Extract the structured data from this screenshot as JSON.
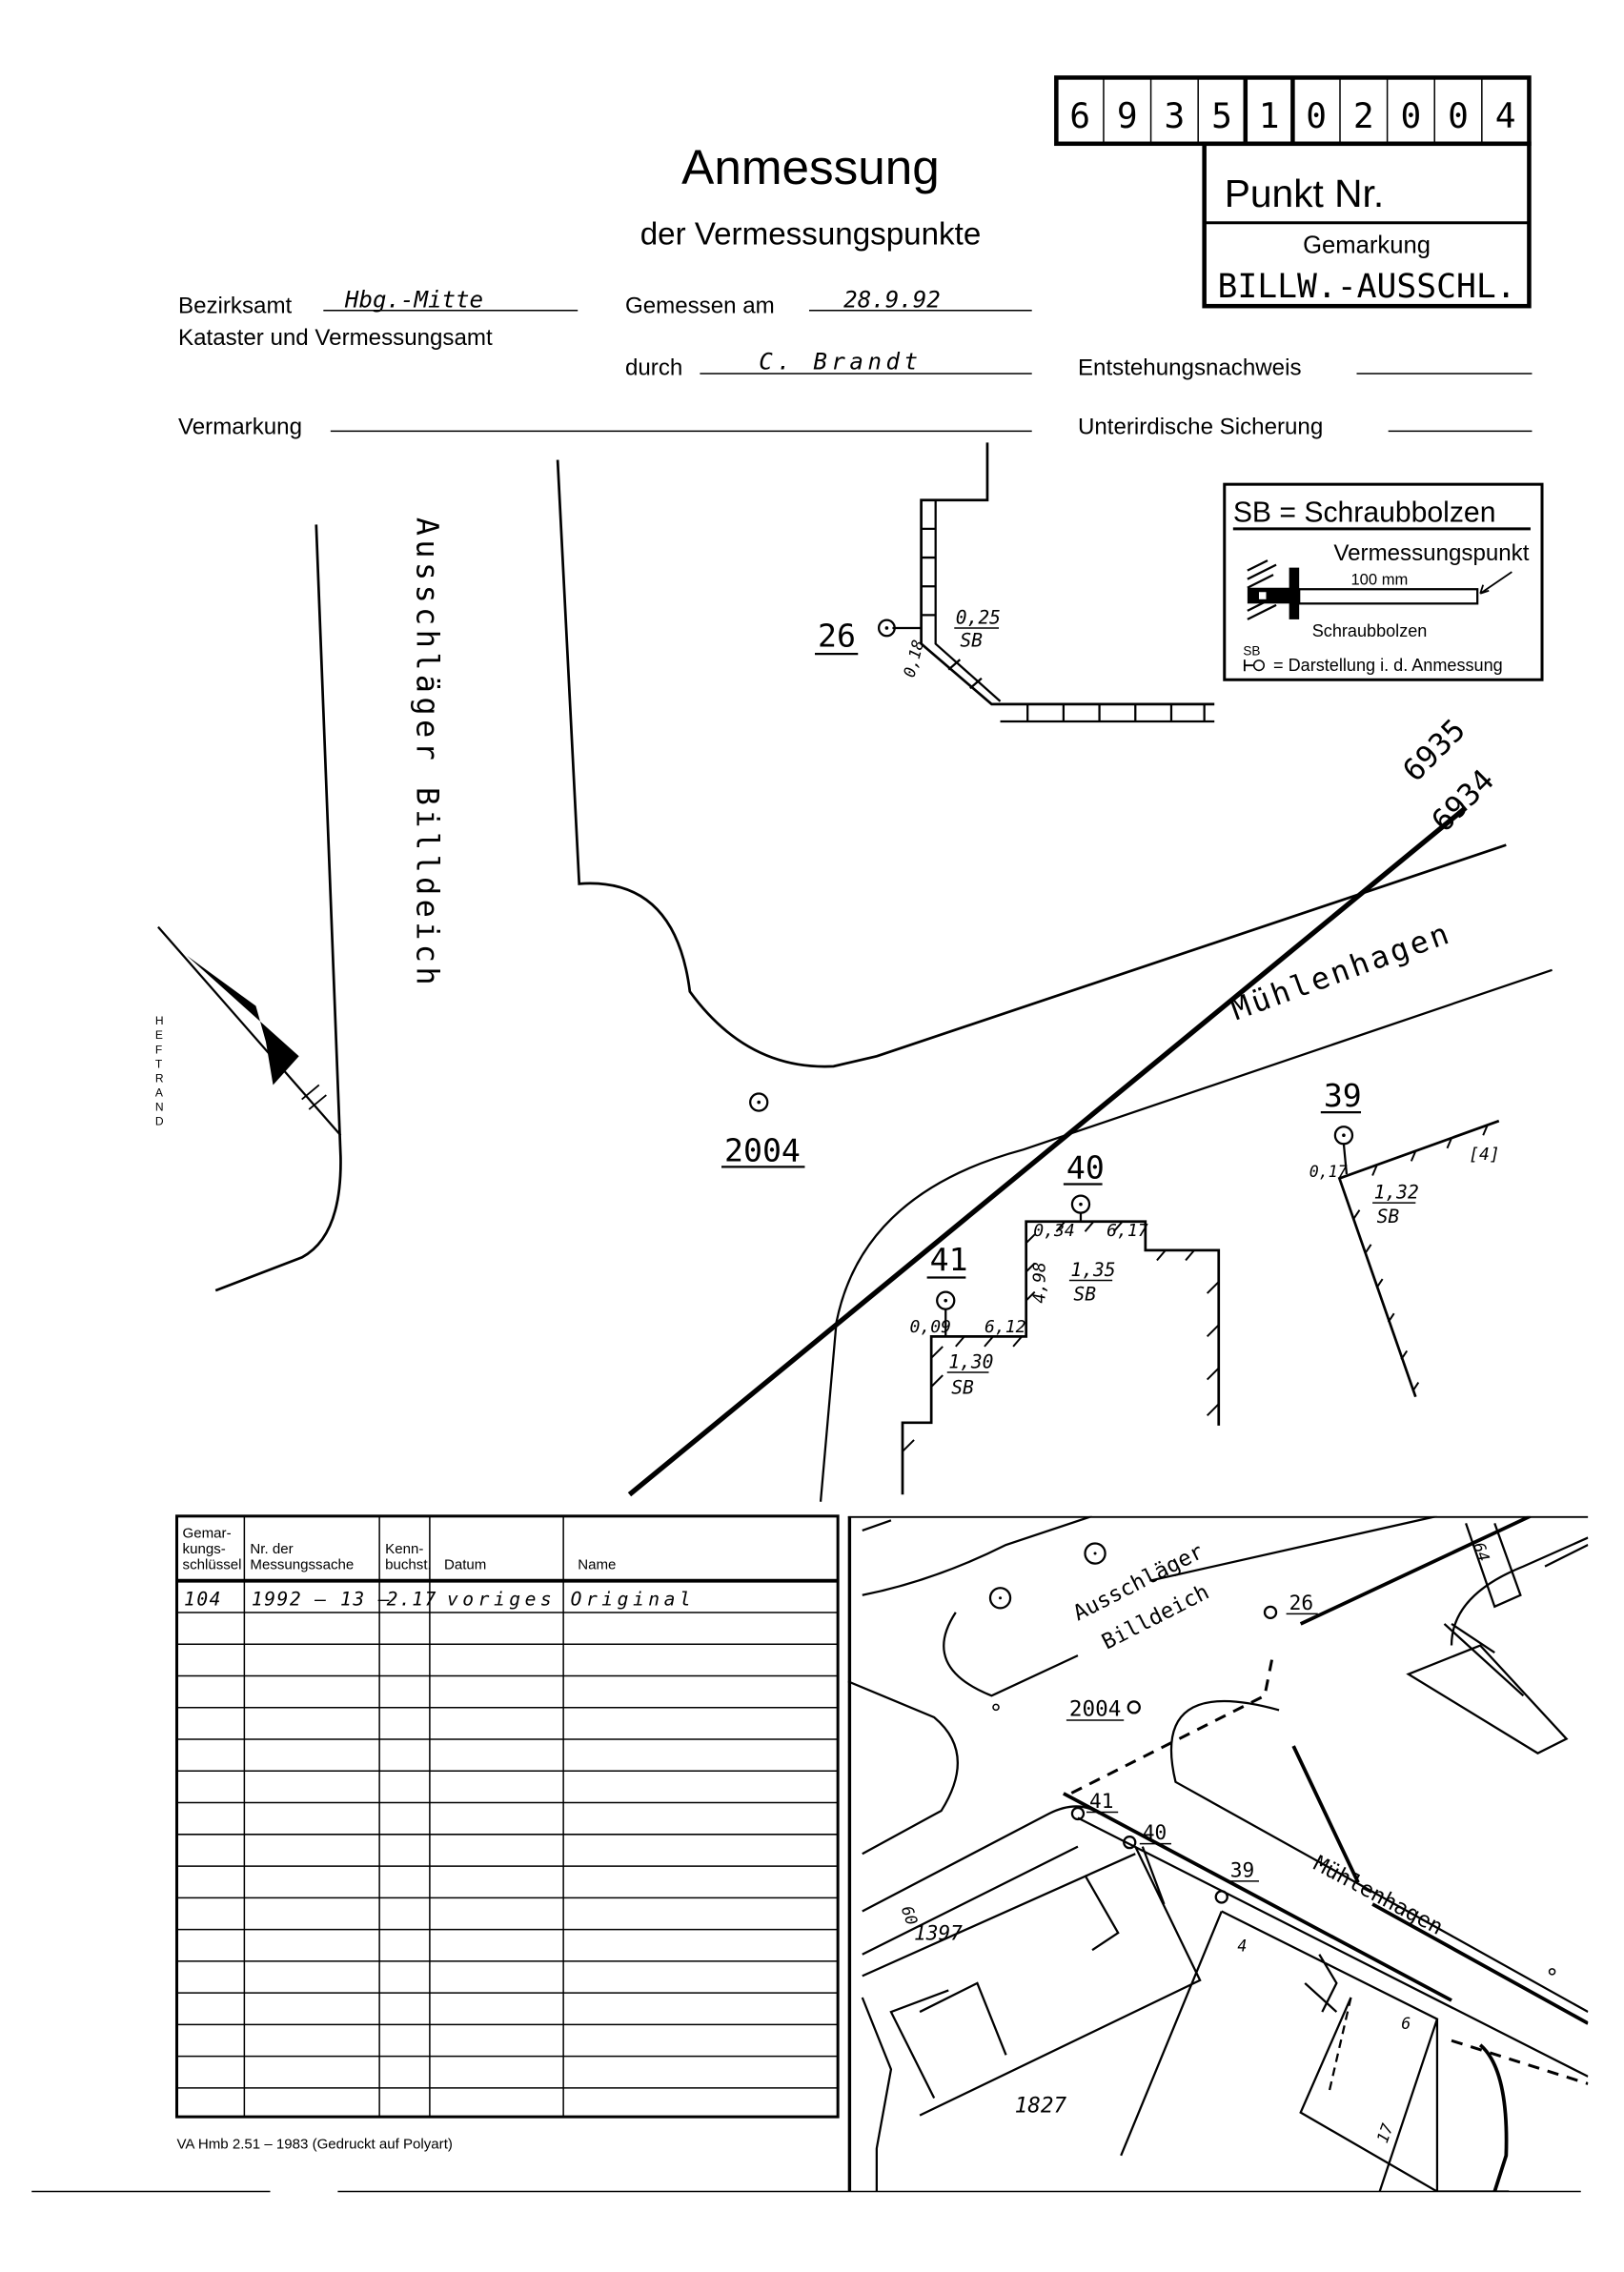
{
  "punkt_nr": {
    "digits": [
      "6",
      "9",
      "3",
      "5",
      "1",
      "0",
      "2",
      "0",
      "0",
      "4"
    ],
    "label": "Punkt Nr.",
    "gemarkung_label": "Gemarkung",
    "gemarkung_value": "BILLW.-AUSSCHL."
  },
  "title": {
    "main": "Anmessung",
    "sub": "der Vermessungspunkte"
  },
  "header": {
    "bezirksamt_label": "Bezirksamt",
    "bezirksamt_value": "Hbg.-Mitte",
    "amt_label": "Kataster und Vermessungsamt",
    "gemessen_label": "Gemessen am",
    "gemessen_value": "28.9.92",
    "durch_label": "durch",
    "durch_value": "C. Brandt",
    "entstehung_label": "Entstehungsnachweis",
    "vermarkung_label": "Vermarkung",
    "sicherung_label": "Unterirdische Sicherung"
  },
  "legend": {
    "title": "SB = Schraubbolzen",
    "vermessungspunkt": "Vermessungspunkt",
    "length": "100 mm",
    "schraubbolzen": "Schraubbolzen",
    "symbol_label": "SB",
    "darstellung": "= Darstellung i. d. Anmessung"
  },
  "sketch": {
    "heftrand": "HEFTRAND",
    "street_1": "Ausschläger Billdeich",
    "street_2": "Mühlenhagen",
    "boundary_top": "6935",
    "boundary_bottom": "6934",
    "points": {
      "p26": {
        "number": "26",
        "dist": "0,18",
        "height": "0,25",
        "type": "SB"
      },
      "p2004": {
        "number": "2004"
      },
      "p40": {
        "number": "40",
        "dist": "0,34",
        "len": "6,17",
        "side": "4,98",
        "height": "1,35",
        "type": "SB"
      },
      "p41": {
        "number": "41",
        "dist": "0,09",
        "len": "6,12",
        "height": "1,30",
        "type": "SB"
      },
      "p39": {
        "number": "39",
        "dist": "0,17",
        "height": "1,32",
        "type": "SB",
        "house": "[4]"
      }
    }
  },
  "table": {
    "headers": [
      "Gemar-\nkungs-\nschlüssel",
      "Nr. der\nMessungssache",
      "Kenn-\nbuchst.",
      "Datum",
      "Name"
    ],
    "rows": [
      [
        "104",
        "1992 – 13 –",
        "2.17",
        "voriges",
        "Original"
      ]
    ]
  },
  "map": {
    "street_1a": "Ausschläger",
    "street_1b": "Billdeich",
    "street_2": "Mühlenhagen",
    "labels": [
      "26",
      "2004",
      "41",
      "40",
      "39",
      "64",
      "60",
      "1397",
      "4",
      "6",
      "17",
      "1827"
    ]
  },
  "footer": "VA Hmb 2.51 – 1983 (Gedruckt auf Polyart)"
}
